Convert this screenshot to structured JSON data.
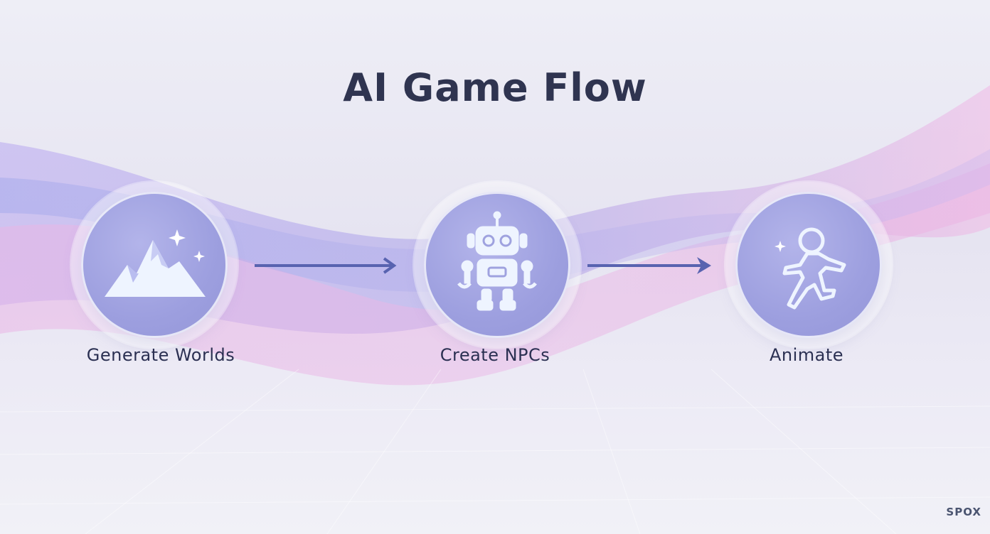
{
  "title": "AI Game Flow",
  "steps": [
    {
      "label": "Generate Worlds",
      "icon": "mountain-icon"
    },
    {
      "label": "Create NPCs",
      "icon": "robot-icon"
    },
    {
      "label": "Animate",
      "icon": "running-figure-icon"
    }
  ],
  "watermark": "SPOX"
}
